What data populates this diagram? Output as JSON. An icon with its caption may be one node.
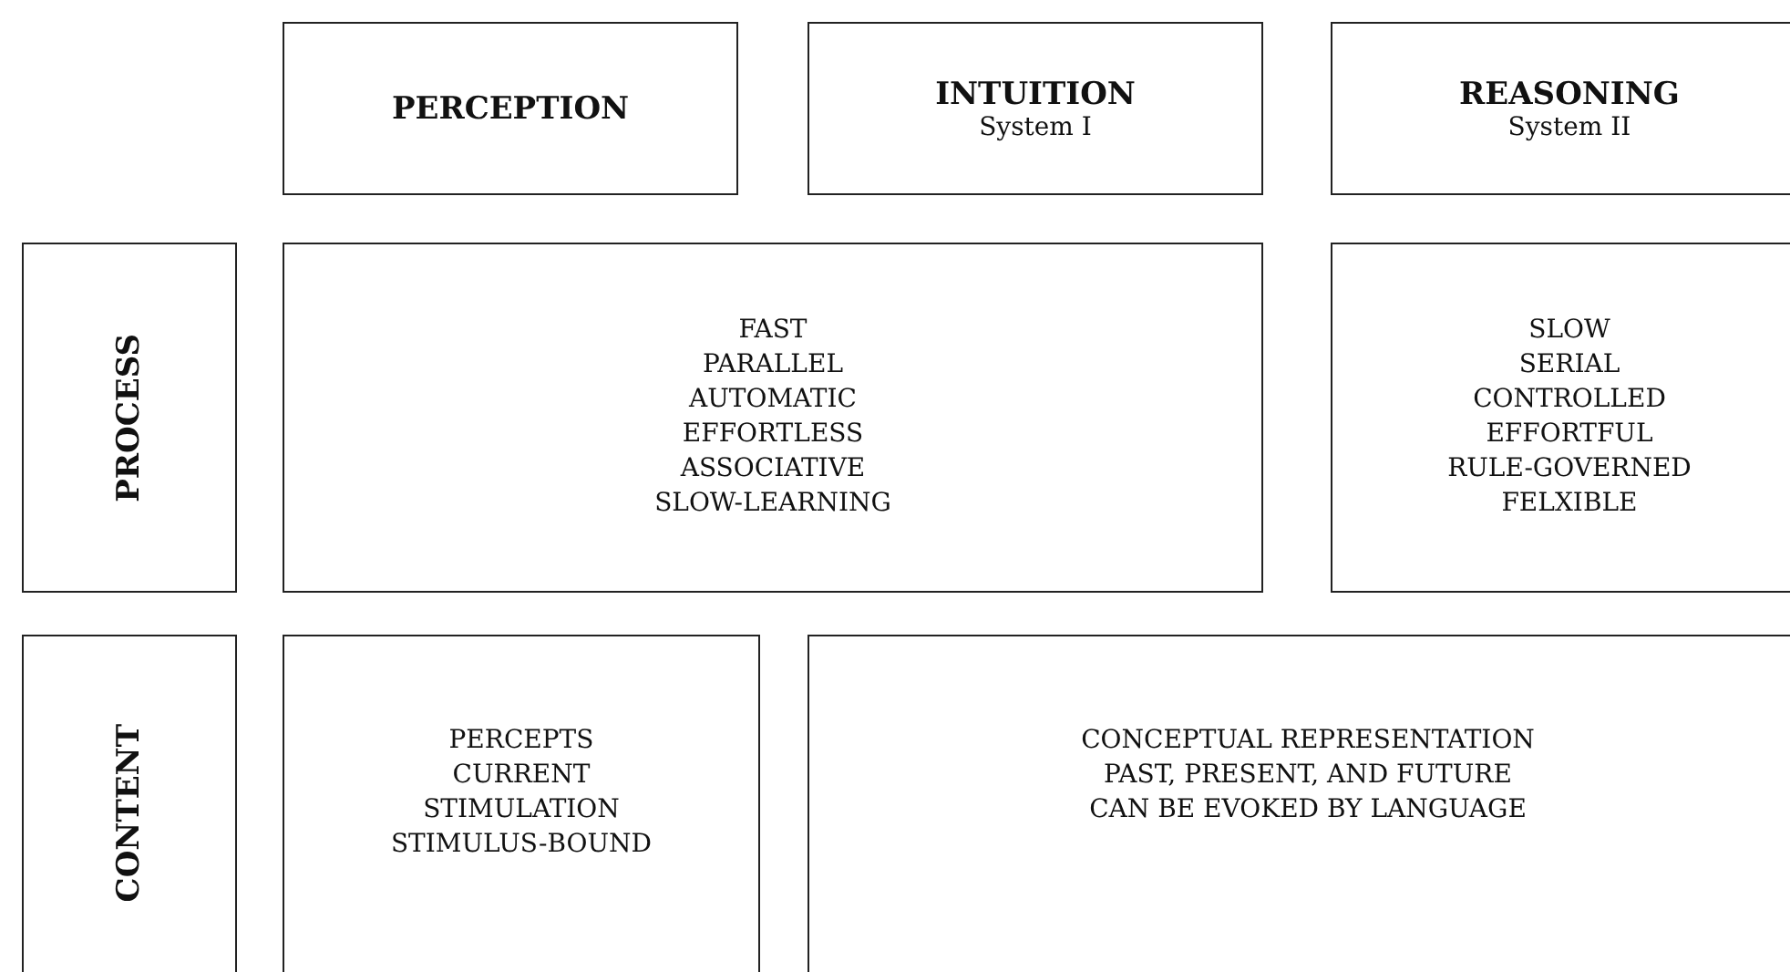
{
  "diagram": {
    "nodes": [
      {
        "text": [
          "PERCEPTION"
        ]
      },
      {
        "text": [
          "INTUITION",
          "System I"
        ]
      },
      {
        "text": [
          "REASONING",
          "System II"
        ]
      },
      {
        "text": [
          "PROCESS"
        ]
      },
      {
        "text": [
          "FAST",
          "PARALLEL",
          "AUTOMATIC",
          "EFFORTLESS",
          "ASSOCIATIVE",
          "SLOW-LEARNING"
        ]
      },
      {
        "text": [
          "SLOW",
          "SERIAL",
          "CONTROLLED",
          "EFFORTFUL",
          "RULE-GOVERNED",
          "FELXIBLE"
        ]
      },
      {
        "text": [
          "CONTENT"
        ]
      },
      {
        "text": [
          "PERCEPTS",
          "CURRENT",
          "STIMULATION",
          "STIMULUS-BOUND"
        ]
      },
      {
        "text": [
          "CONCEPTUAL REPRESENTATION",
          "PAST, PRESENT, AND FUTURE",
          "CAN BE EVOKED BY LANGUAGE"
        ]
      }
    ],
    "edges": []
  }
}
